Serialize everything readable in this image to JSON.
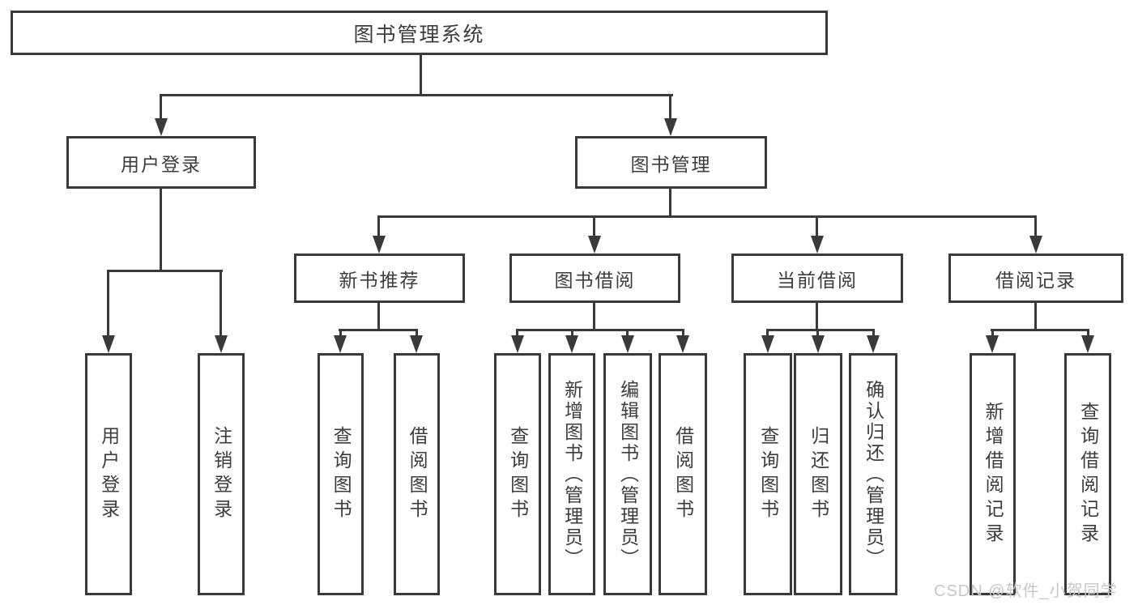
{
  "diagram": {
    "type": "tree",
    "root": {
      "label": "图书管理系统"
    },
    "branches": [
      {
        "label": "用户登录",
        "children": [
          {
            "label": "用户登录"
          },
          {
            "label": "注销登录"
          }
        ]
      },
      {
        "label": "图书管理",
        "children": [
          {
            "label": "新书推荐",
            "children": [
              {
                "label": "查询图书"
              },
              {
                "label": "借阅图书"
              }
            ]
          },
          {
            "label": "图书借阅",
            "children": [
              {
                "label": "查询图书"
              },
              {
                "label": "新增图书（管理员）"
              },
              {
                "label": "编辑图书（管理员）"
              },
              {
                "label": "借阅图书"
              }
            ]
          },
          {
            "label": "当前借阅",
            "children": [
              {
                "label": "查询图书"
              },
              {
                "label": "归还图书"
              },
              {
                "label": "确认归还（管理员）"
              }
            ]
          },
          {
            "label": "借阅记录",
            "children": [
              {
                "label": "新增借阅记录"
              },
              {
                "label": "查询借阅记录"
              }
            ]
          }
        ]
      }
    ]
  },
  "watermark": {
    "text": "CSDN @软件_小贺同学",
    "color": "#c7c7c7"
  },
  "colors": {
    "line": "#3a3a3a",
    "text": "#3d3d3d",
    "background": "#ffffff"
  }
}
